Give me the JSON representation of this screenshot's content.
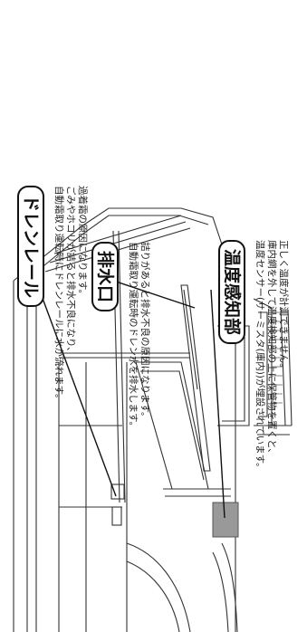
{
  "sections": [
    {
      "label": "ドレンレール",
      "lines": [
        "自動霜取り運転時にドレンレールに水が流れます。",
        "ごみやホコリが詰ると排水不良になり、",
        "過着霜の原因になります。"
      ]
    },
    {
      "label": "排水口",
      "lines": [
        "自動霜取り運転時のドレン水を排水します。",
        "詰りがあると排水不良の原因になります。"
      ]
    },
    {
      "label": "温度感知部",
      "lines": [
        "温度センサー(サーミスタ(庫内))が埋設されています。",
        "庫内網を外して温度検知部の上に保管物を置くと、",
        "正しく温度が計測できません。"
      ]
    }
  ]
}
